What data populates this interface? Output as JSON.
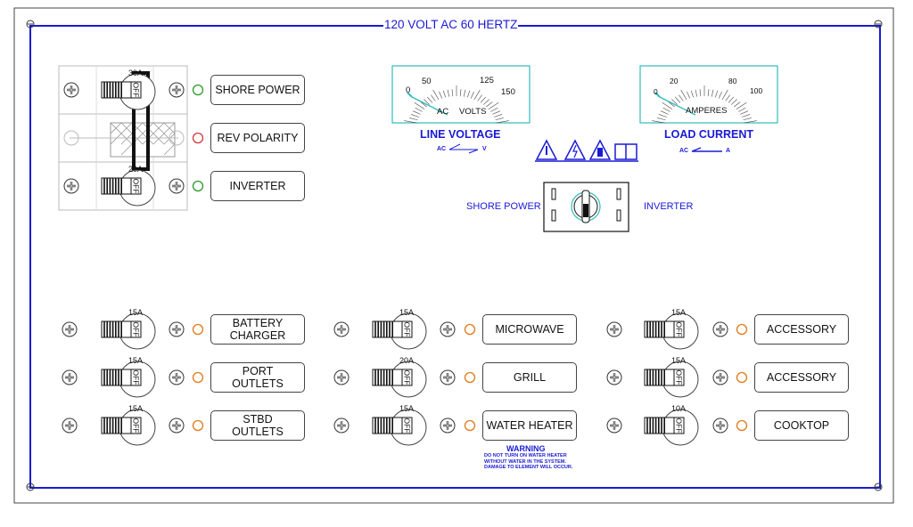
{
  "panel": {
    "title": "120 VOLT AC 60 HERTZ",
    "colors": {
      "frame": "#1a1ad6",
      "label_blue": "#1a1ad6",
      "led_green": "#2a9d2a",
      "led_red": "#d33a3a",
      "led_orange": "#e07a1a"
    }
  },
  "main_breakers": {
    "top_rating": "30A",
    "bottom_rating": "20A",
    "off_text": "OFF",
    "labels": [
      "SHORE POWER",
      "REV POLARITY",
      "INVERTER"
    ],
    "led_colors": [
      "green",
      "red",
      "green"
    ]
  },
  "line_voltage_meter": {
    "scale": [
      "0",
      "50",
      "125",
      "150"
    ],
    "unit_left": "AC",
    "unit_right": "VOLTS",
    "title": "LINE VOLTAGE",
    "sub_left": "AC",
    "sub_right": "V"
  },
  "load_current_meter": {
    "scale": [
      "0",
      "20",
      "80",
      "100"
    ],
    "unit": "AMPERES",
    "title": "LOAD CURRENT",
    "sub_left": "AC",
    "sub_right": "A"
  },
  "selector": {
    "left_label": "SHORE POWER",
    "right_label": "INVERTER"
  },
  "warning_icons": [
    "electrical-hazard-warning-icon",
    "shock-warning-icon",
    "fire-warning-icon",
    "manual-book-icon"
  ],
  "branch_circuits": [
    {
      "rating": "15A",
      "label": "BATTERY\nCHARGER"
    },
    {
      "rating": "15A",
      "label": "PORT\nOUTLETS"
    },
    {
      "rating": "15A",
      "label": "STBD\nOUTLETS"
    },
    {
      "rating": "15A",
      "label": "MICROWAVE"
    },
    {
      "rating": "20A",
      "label": "GRILL"
    },
    {
      "rating": "15A",
      "label": "WATER HEATER"
    },
    {
      "rating": "15A",
      "label": "ACCESSORY"
    },
    {
      "rating": "15A",
      "label": "ACCESSORY"
    },
    {
      "rating": "10A",
      "label": "COOKTOP"
    }
  ],
  "breaker_off_text": "OFF",
  "warning": {
    "title": "WARNING",
    "lines": [
      "DO NOT TURN ON WATER HEATER",
      "WITHOUT WATER IN THE SYSTEM.",
      "DAMAGE TO ELEMENT WILL OCCUR."
    ]
  }
}
